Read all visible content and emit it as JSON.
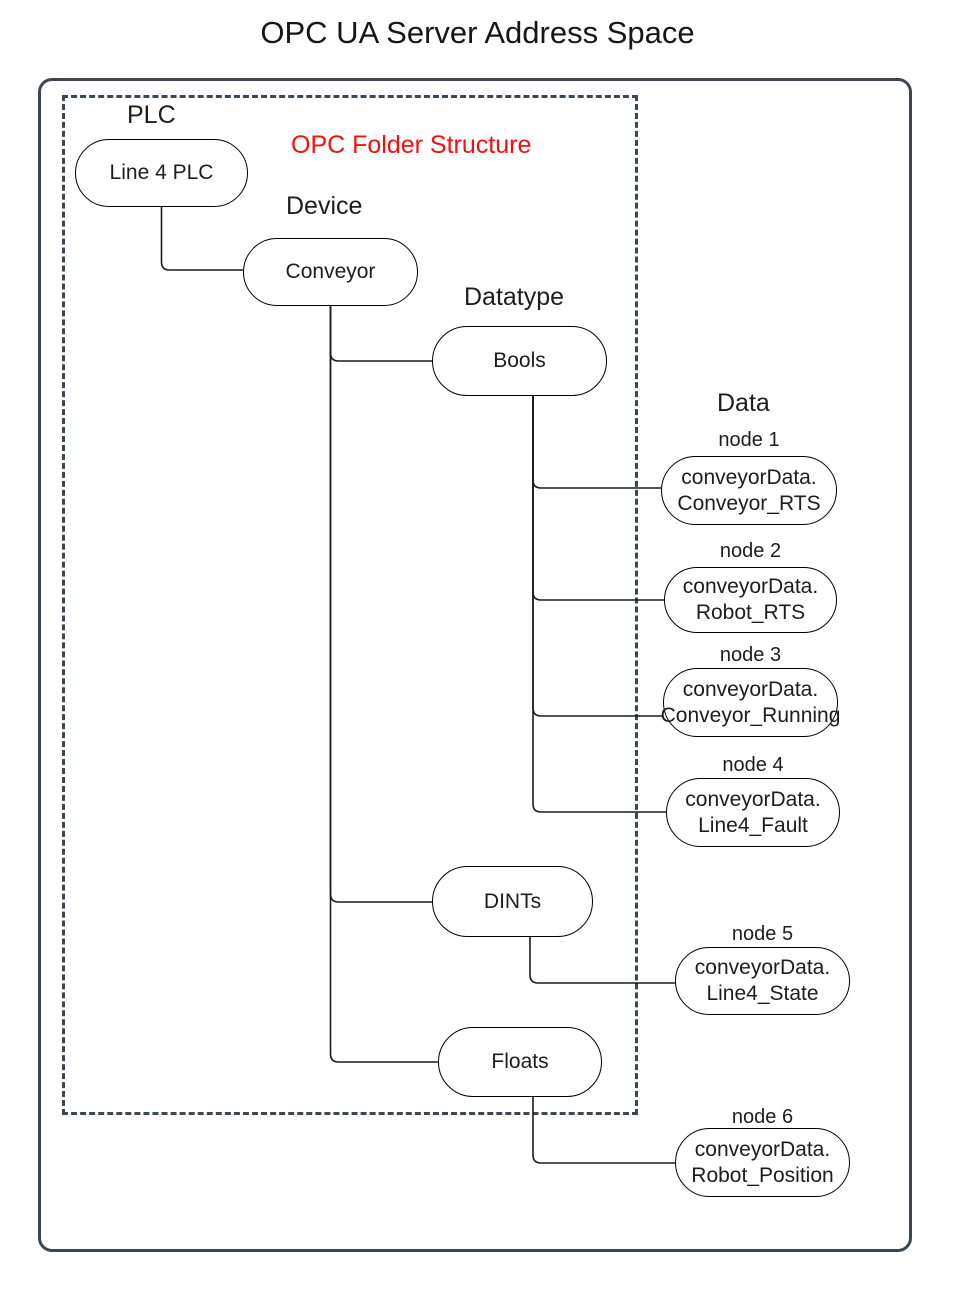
{
  "title": "OPC UA Server Address Space",
  "folder_label": "OPC Folder Structure",
  "columns": {
    "plc": "PLC",
    "device": "Device",
    "datatype": "Datatype",
    "data": "Data"
  },
  "pills": {
    "plc": "Line 4 PLC",
    "device": "Conveyor",
    "bools": "Bools",
    "dints": "DINTs",
    "floats": "Floats"
  },
  "data_nodes": [
    {
      "label": "node 1",
      "text1": "conveyorData.",
      "text2": "Conveyor_RTS"
    },
    {
      "label": "node 2",
      "text1": "conveyorData.",
      "text2": "Robot_RTS"
    },
    {
      "label": "node 3",
      "text1": "conveyorData.",
      "text2": "Conveyor_Running"
    },
    {
      "label": "node 4",
      "text1": "conveyorData.",
      "text2": "Line4_Fault"
    },
    {
      "label": "node 5",
      "text1": "conveyorData.",
      "text2": "Line4_State"
    },
    {
      "label": "node 6",
      "text1": "conveyorData.",
      "text2": "Robot_Position"
    }
  ],
  "colors": {
    "frame": "#3d4752",
    "accent_red": "#f50f0f",
    "line": "#1c1c1c",
    "node_border": "#000000"
  }
}
